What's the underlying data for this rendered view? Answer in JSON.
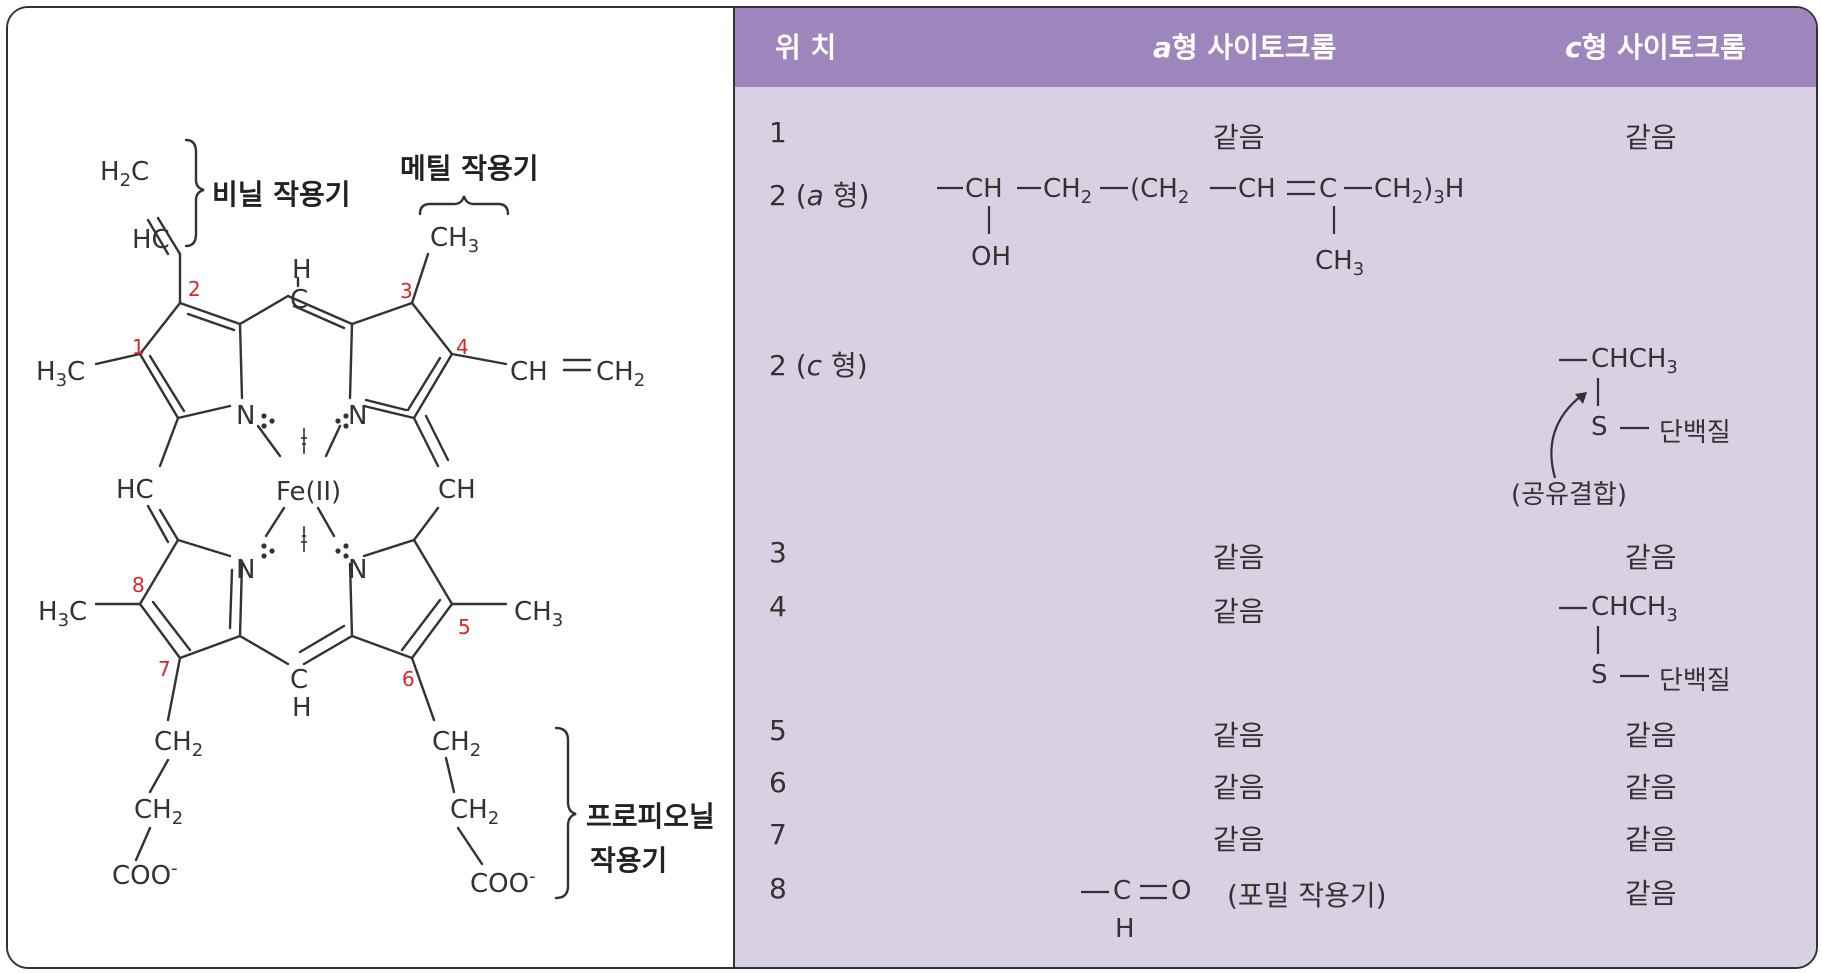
{
  "molecule": {
    "labels": {
      "vinyl_group": "비닐 작용기",
      "methyl_group": "메틸 작용기",
      "propionyl_group_line1": "프로피오닐",
      "propionyl_group_line2": "작용기"
    },
    "atoms": {
      "h2c": "H",
      "h2c_sub": "2",
      "h2c_c": "C",
      "hc_vinyl": "HC",
      "ch3_top": "CH",
      "ch3_sub": "3",
      "h_top": "H",
      "c_top": "C",
      "h3c_left": "H",
      "h3c_left_sub": "3",
      "h3c_left_c": "C",
      "ch_vinyl2": "CH",
      "ch2_vinyl2": "CH",
      "ch2_vinyl2_sub": "2",
      "n_tl": "N",
      "n_tr": "N",
      "n_bl": "N",
      "n_br": "N",
      "fe": "Fe(II)",
      "hc_mid": "HC",
      "ch_mid": "CH",
      "h3c_bottom": "H",
      "h3c_bottom_sub": "3",
      "h3c_bottom_c": "C",
      "ch3_right": "CH",
      "ch3_right_sub": "3",
      "c_bottom": "C",
      "h_bottom": "H",
      "ch2_l1": "CH",
      "ch2_l1_sub": "2",
      "ch2_l2": "CH",
      "ch2_l2_sub": "2",
      "coo_l": "COO",
      "coo_l_sup": "-",
      "ch2_r1": "CH",
      "ch2_r1_sub": "2",
      "ch2_r2": "CH",
      "ch2_r2_sub": "2",
      "coo_r": "COO",
      "coo_r_sup": "-"
    },
    "position_numbers": [
      "1",
      "2",
      "3",
      "4",
      "5",
      "6",
      "7",
      "8"
    ]
  },
  "table": {
    "headers": {
      "position": "위 치",
      "a_prefix": "a",
      "a_type": "형 사이토크롬",
      "c_prefix": "c",
      "c_type": "형 사이토크롬"
    },
    "same": "같음",
    "rows": {
      "r1": {
        "pos": "1"
      },
      "r2a": {
        "pos_prefix": "2 (",
        "pos_letter": "a",
        "pos_suffix": " 형)"
      },
      "r2c": {
        "pos_prefix": "2 (",
        "pos_letter": "c",
        "pos_suffix": " 형)"
      },
      "r3": {
        "pos": "3"
      },
      "r4": {
        "pos": "4"
      },
      "r5": {
        "pos": "5"
      },
      "r6": {
        "pos": "6"
      },
      "r7": {
        "pos": "7"
      },
      "r8": {
        "pos": "8"
      }
    },
    "a_chain": {
      "ch": "CH",
      "ch2a": "CH",
      "ch2a_sub": "2",
      "paren_ch2": "(CH",
      "paren_ch2_sub": "2",
      "ch_eq": "CH",
      "c": "C",
      "ch2_close": "CH",
      "ch2_close_sub": "2",
      "close": ")",
      "close_sub": "3",
      "h": "H",
      "oh": "OH",
      "ch3": "CH",
      "ch3_sub": "3"
    },
    "c_thioether": {
      "chch3": "CHCH",
      "chch3_sub": "3",
      "s": "S",
      "protein": "단백질",
      "covalent": "(공유결합)"
    },
    "formyl": {
      "c": "C",
      "o": "O",
      "h": "H",
      "label": "(포밀 작용기)"
    }
  }
}
